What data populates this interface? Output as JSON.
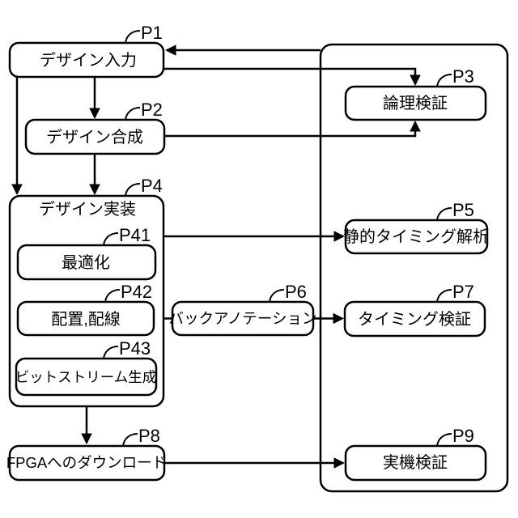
{
  "diagram": {
    "type": "flowchart",
    "language": "ja",
    "colors": {
      "line": "#000000",
      "background": "#ffffff",
      "box_fill": "#ffffff"
    },
    "nodes": {
      "p1": {
        "ref": "P1",
        "label": "デザイン入力"
      },
      "p2": {
        "ref": "P2",
        "label": "デザイン合成"
      },
      "p3": {
        "ref": "P3",
        "label": "論理検証"
      },
      "p4": {
        "ref": "P4",
        "label": "デザイン実装"
      },
      "p41": {
        "ref": "P41",
        "label": "最適化"
      },
      "p42": {
        "ref": "P42",
        "label": "配置,配線"
      },
      "p43": {
        "ref": "P43",
        "label": "ビットストリーム生成"
      },
      "p5": {
        "ref": "P5",
        "label": "静的タイミング解析"
      },
      "p6": {
        "ref": "P6",
        "label": "バックアノテーション"
      },
      "p7": {
        "ref": "P7",
        "label": "タイミング検証"
      },
      "p8": {
        "ref": "P8",
        "label": "FPGAへのダウンロード"
      },
      "p9": {
        "ref": "P9",
        "label": "実機検証"
      }
    },
    "groups": [
      {
        "id": "verification-group",
        "contains": [
          "P3",
          "P5",
          "P7",
          "P9"
        ],
        "label": ""
      }
    ],
    "edges": [
      {
        "from": "P1",
        "to": "P2",
        "arrow": true
      },
      {
        "from": "P2",
        "to": "P4",
        "arrow": true
      },
      {
        "from": "P1",
        "to": "P4",
        "arrow": true
      },
      {
        "from": "P1",
        "to": "P3",
        "arrow": true
      },
      {
        "from": "P2",
        "to": "P3",
        "arrow": true
      },
      {
        "from": "verification-group",
        "to": "P1",
        "arrow": true
      },
      {
        "from": "P4",
        "to": "P5",
        "arrow": true
      },
      {
        "from": "P42",
        "to": "P6",
        "arrow": false
      },
      {
        "from": "P6",
        "to": "P7",
        "arrow": true
      },
      {
        "from": "P43",
        "to": "P8",
        "arrow": true
      },
      {
        "from": "P8",
        "to": "P9",
        "arrow": true
      }
    ]
  }
}
